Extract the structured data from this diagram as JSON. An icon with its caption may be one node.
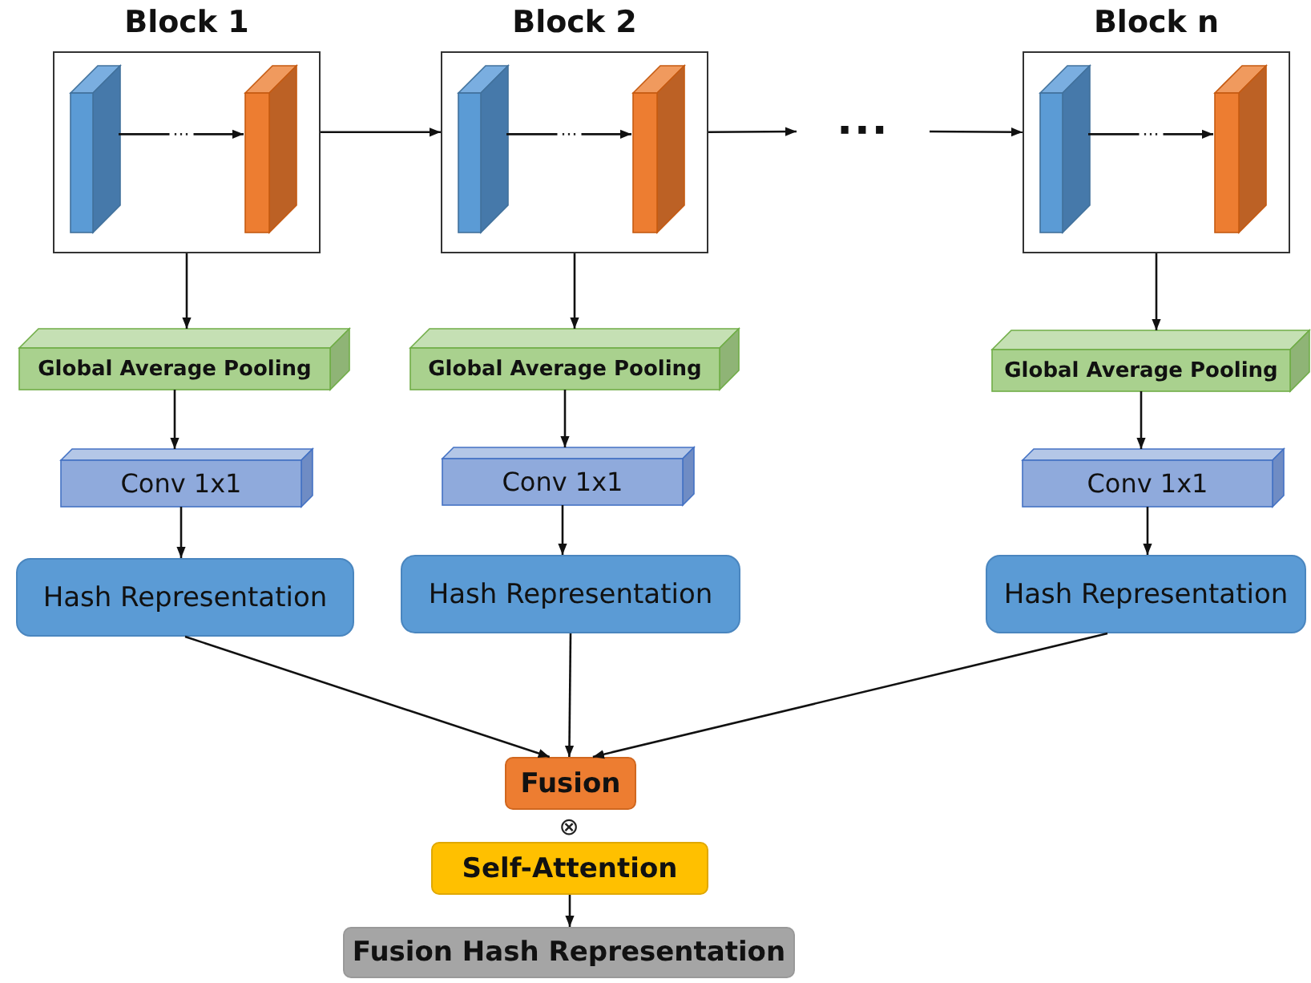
{
  "diagram": {
    "nodes": [
      {
        "text": [
          "Block 1"
        ]
      },
      {
        "text": [],
        "shape": "box",
        "in": 0
      },
      {
        "text": [],
        "shape": "box",
        "in": 0
      },
      {
        "text": [
          "Block 2"
        ]
      },
      {
        "text": [],
        "shape": "box",
        "in": 3
      },
      {
        "text": [],
        "shape": "box",
        "in": 3
      },
      {
        "text": [
          "···"
        ]
      },
      {
        "text": [
          "Block n"
        ]
      },
      {
        "text": [],
        "shape": "box",
        "in": 7
      },
      {
        "text": [],
        "shape": "box",
        "in": 7
      },
      {
        "text": [
          "Global Average Pooling"
        ]
      },
      {
        "text": [
          "Global Average Pooling"
        ]
      },
      {
        "text": [
          "Global Average Pooling"
        ]
      },
      {
        "text": [
          "Conv 1x1"
        ]
      },
      {
        "text": [
          "Conv 1x1"
        ]
      },
      {
        "text": [
          "Conv 1x1"
        ]
      },
      {
        "text": [
          "Hash Representation"
        ]
      },
      {
        "text": [
          "Hash Representation"
        ]
      },
      {
        "text": [
          "Hash Representation"
        ]
      },
      {
        "text": [
          "Fusion"
        ]
      },
      {
        "text": [
          "Self-Attention"
        ]
      },
      {
        "text": [
          "Fusion Hash Representation"
        ]
      }
    ],
    "edges": [
      {
        "from": 1,
        "to": 2,
        "arrow": "to",
        "label": "···"
      },
      {
        "from": 0,
        "to": 3,
        "arrow": "to"
      },
      {
        "from": 4,
        "to": 5,
        "arrow": "to",
        "label": "···"
      },
      {
        "from": 3,
        "to": 6,
        "arrow": "to"
      },
      {
        "from": 6,
        "to": 7,
        "arrow": "to"
      },
      {
        "from": 8,
        "to": 9,
        "arrow": "to",
        "label": "···"
      },
      {
        "from": 0,
        "to": 10,
        "arrow": "to"
      },
      {
        "from": 3,
        "to": 11,
        "arrow": "to"
      },
      {
        "from": 7,
        "to": 12,
        "arrow": "to"
      },
      {
        "from": 10,
        "to": 13,
        "arrow": "to"
      },
      {
        "from": 11,
        "to": 14,
        "arrow": "to"
      },
      {
        "from": 12,
        "to": 15,
        "arrow": "to"
      },
      {
        "from": 13,
        "to": 16,
        "arrow": "to"
      },
      {
        "from": 14,
        "to": 17,
        "arrow": "to"
      },
      {
        "from": 15,
        "to": 18,
        "arrow": "to"
      },
      {
        "from": 16,
        "to": 19,
        "arrow": "to"
      },
      {
        "from": 17,
        "to": 19,
        "arrow": "to"
      },
      {
        "from": 18,
        "to": 19,
        "arrow": "to"
      },
      {
        "from": 20,
        "to": 21,
        "arrow": "to"
      }
    ],
    "labels": [
      "⊗"
    ]
  }
}
